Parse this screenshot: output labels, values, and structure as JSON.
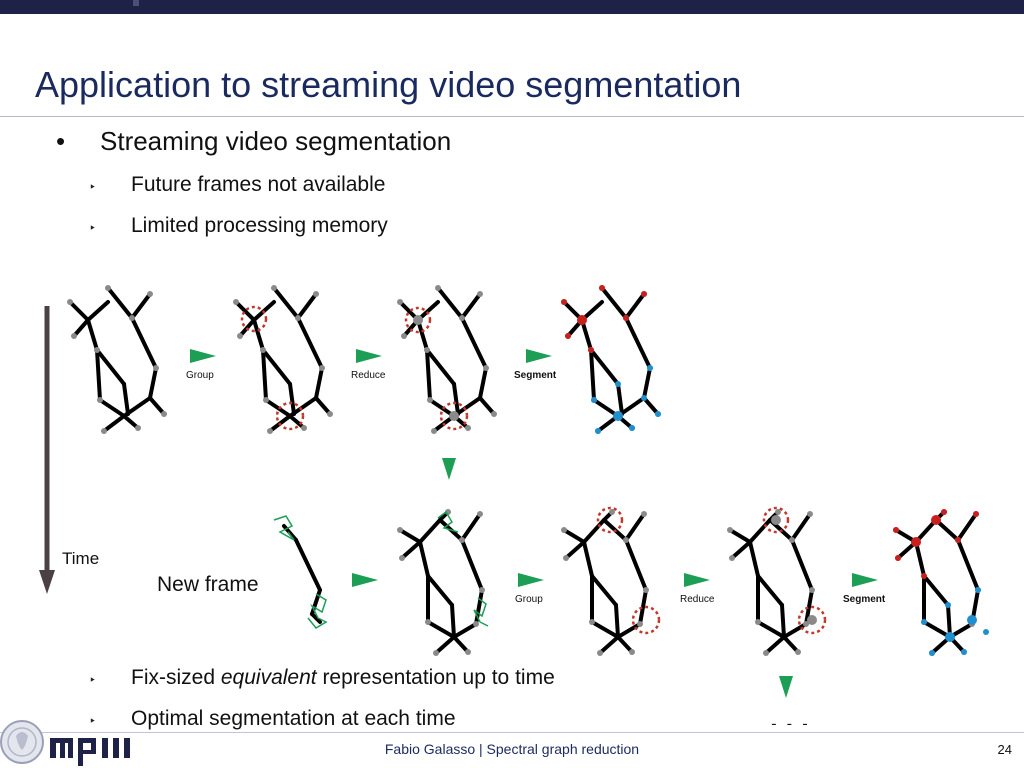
{
  "slide": {
    "title": "Application to streaming video segmentation",
    "bullets": {
      "main": "Streaming video segmentation",
      "sub1": "Future frames not available",
      "sub2": "Limited processing memory",
      "sub3_pre": "Fix-sized ",
      "sub3_em": "equivalent",
      "sub3_post": " representation up to time",
      "sub4": "Optimal segmentation at each time",
      "marker_main": "•",
      "marker_sub": "‣"
    }
  },
  "diagram": {
    "time_label": "Time",
    "new_frame_label": "New frame",
    "steps": {
      "group": "Group",
      "reduce": "Reduce",
      "segment": "Segment"
    },
    "ellipsis": ". . .",
    "colors": {
      "edge": "#000000",
      "node": "#8a8a8a",
      "group_circle": "#c0392b",
      "segment_red": "#c8201f",
      "segment_blue": "#1f8fd0",
      "new_frame_edge": "#1d9e55",
      "arrow_green": "#1d9e55",
      "time_arrow": "#4a4145"
    }
  },
  "footer": {
    "author_title": "Fabio Galasso | Spectral graph reduction",
    "page_number": "24",
    "logo_text": "mpii"
  }
}
